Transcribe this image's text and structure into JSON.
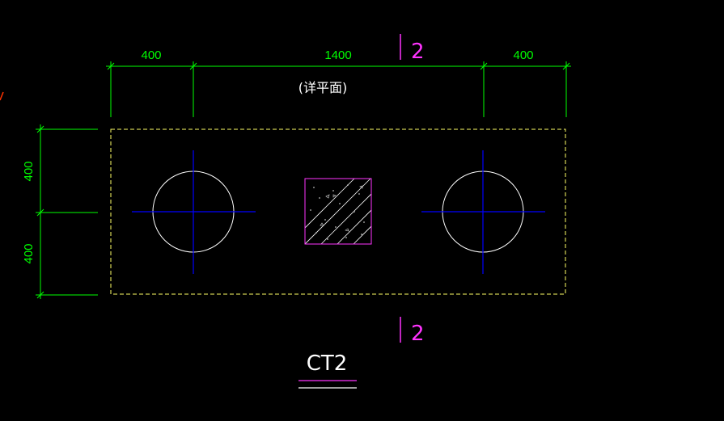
{
  "colors": {
    "background": "#000000",
    "dimension": "#00ff00",
    "outline": "#ffff66",
    "pile": "#ffffff",
    "axis": "#0000ff",
    "column": "#ff33ff",
    "section": "#ff33ff",
    "title": "#ffffff",
    "marker": "#ff3300"
  },
  "dimensions": {
    "top": [
      "400",
      "1400",
      "400"
    ],
    "left": [
      "400",
      "400"
    ]
  },
  "note": "(详平面)",
  "section_marks": {
    "top": "2",
    "bottom": "2"
  },
  "title": "CT2",
  "elements": {
    "piles": 2,
    "column_hatch": true
  }
}
